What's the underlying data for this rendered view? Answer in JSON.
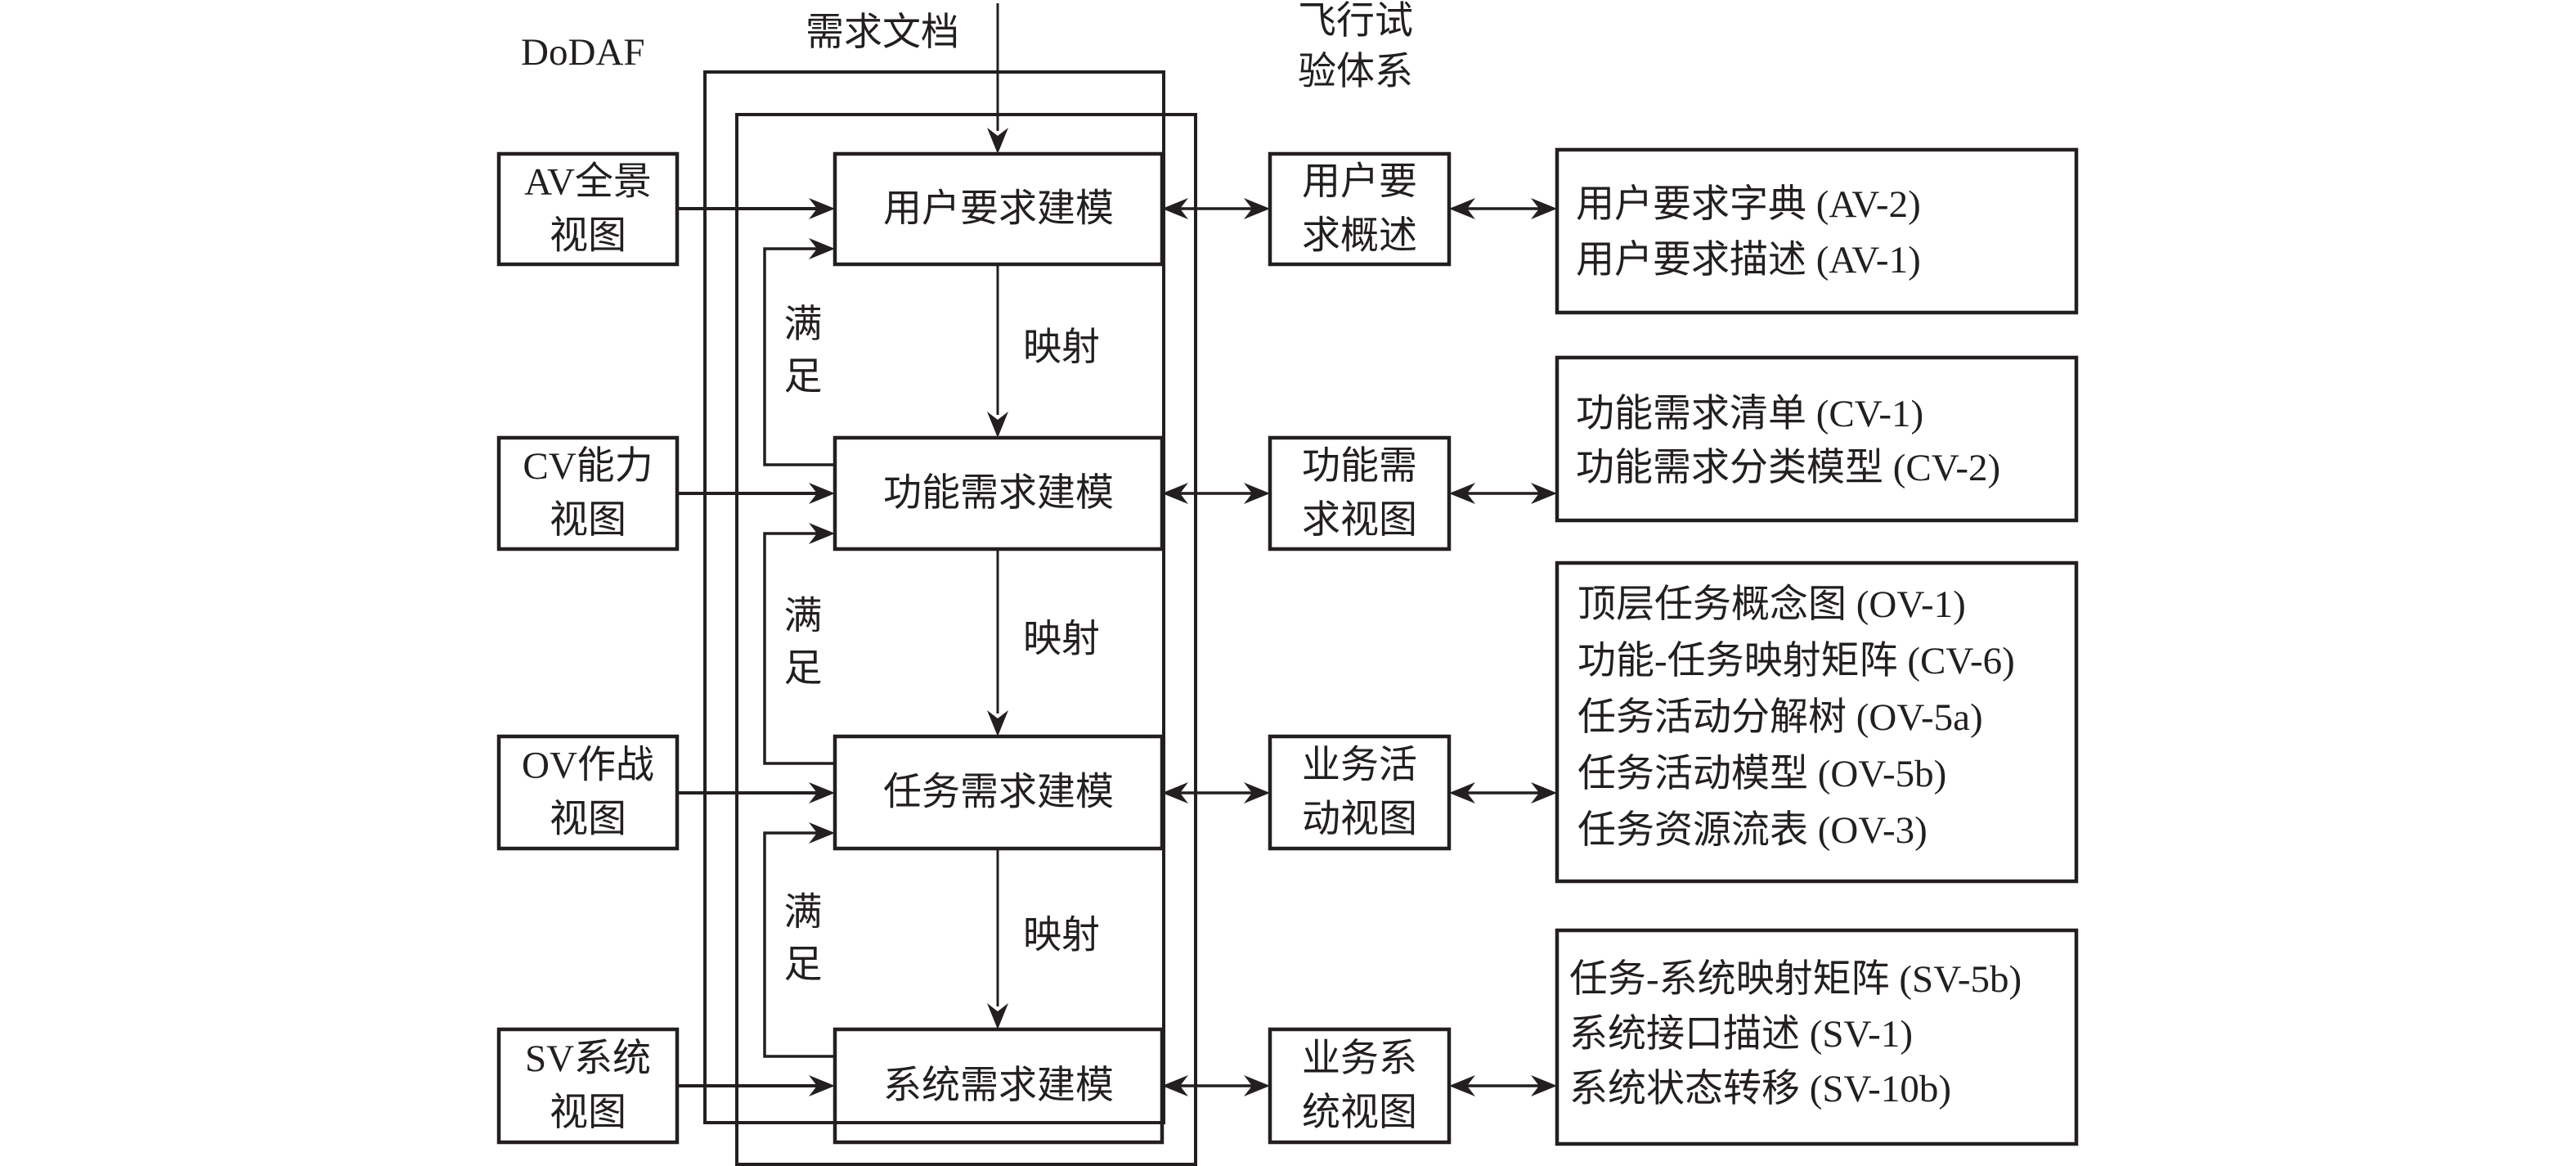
{
  "labels": {
    "framework": "DoDAF",
    "requirements_doc": "需求文档",
    "flight_test_line1": "飞行试",
    "flight_test_line2": "验体系",
    "satisfy_line1": "满",
    "satisfy_line2": "足",
    "mapping": "映射"
  },
  "rows": [
    {
      "id": "av",
      "view": [
        "AV全景",
        "视图"
      ],
      "model": "用户要求建模",
      "product": [
        "用户要",
        "求概述"
      ],
      "artifacts": [
        "用户要求字典 (AV-2)",
        "用户要求描述 (AV-1)"
      ]
    },
    {
      "id": "cv",
      "view": [
        "CV能力",
        "视图"
      ],
      "model": "功能需求建模",
      "product": [
        "功能需",
        "求视图"
      ],
      "artifacts": [
        "功能需求清单 (CV-1)",
        "功能需求分类模型 (CV-2)"
      ]
    },
    {
      "id": "ov",
      "view": [
        "OV作战",
        "视图"
      ],
      "model": "任务需求建模",
      "product": [
        "业务活",
        "动视图"
      ],
      "artifacts": [
        "顶层任务概念图 (OV-1)",
        "功能-任务映射矩阵 (CV-6)",
        "任务活动分解树 (OV-5a)",
        "任务活动模型 (OV-5b)",
        "任务资源流表 (OV-3)"
      ]
    },
    {
      "id": "sv",
      "view": [
        "SV系统",
        "视图"
      ],
      "model": "系统需求建模",
      "product": [
        "业务系",
        "统视图"
      ],
      "artifacts": [
        "任务-系统映射矩阵 (SV-5b)",
        "系统接口描述 (SV-1)",
        "系统状态转移 (SV-10b)"
      ]
    }
  ],
  "colors": {
    "ink": "#231f20",
    "background": "#ffffff"
  }
}
